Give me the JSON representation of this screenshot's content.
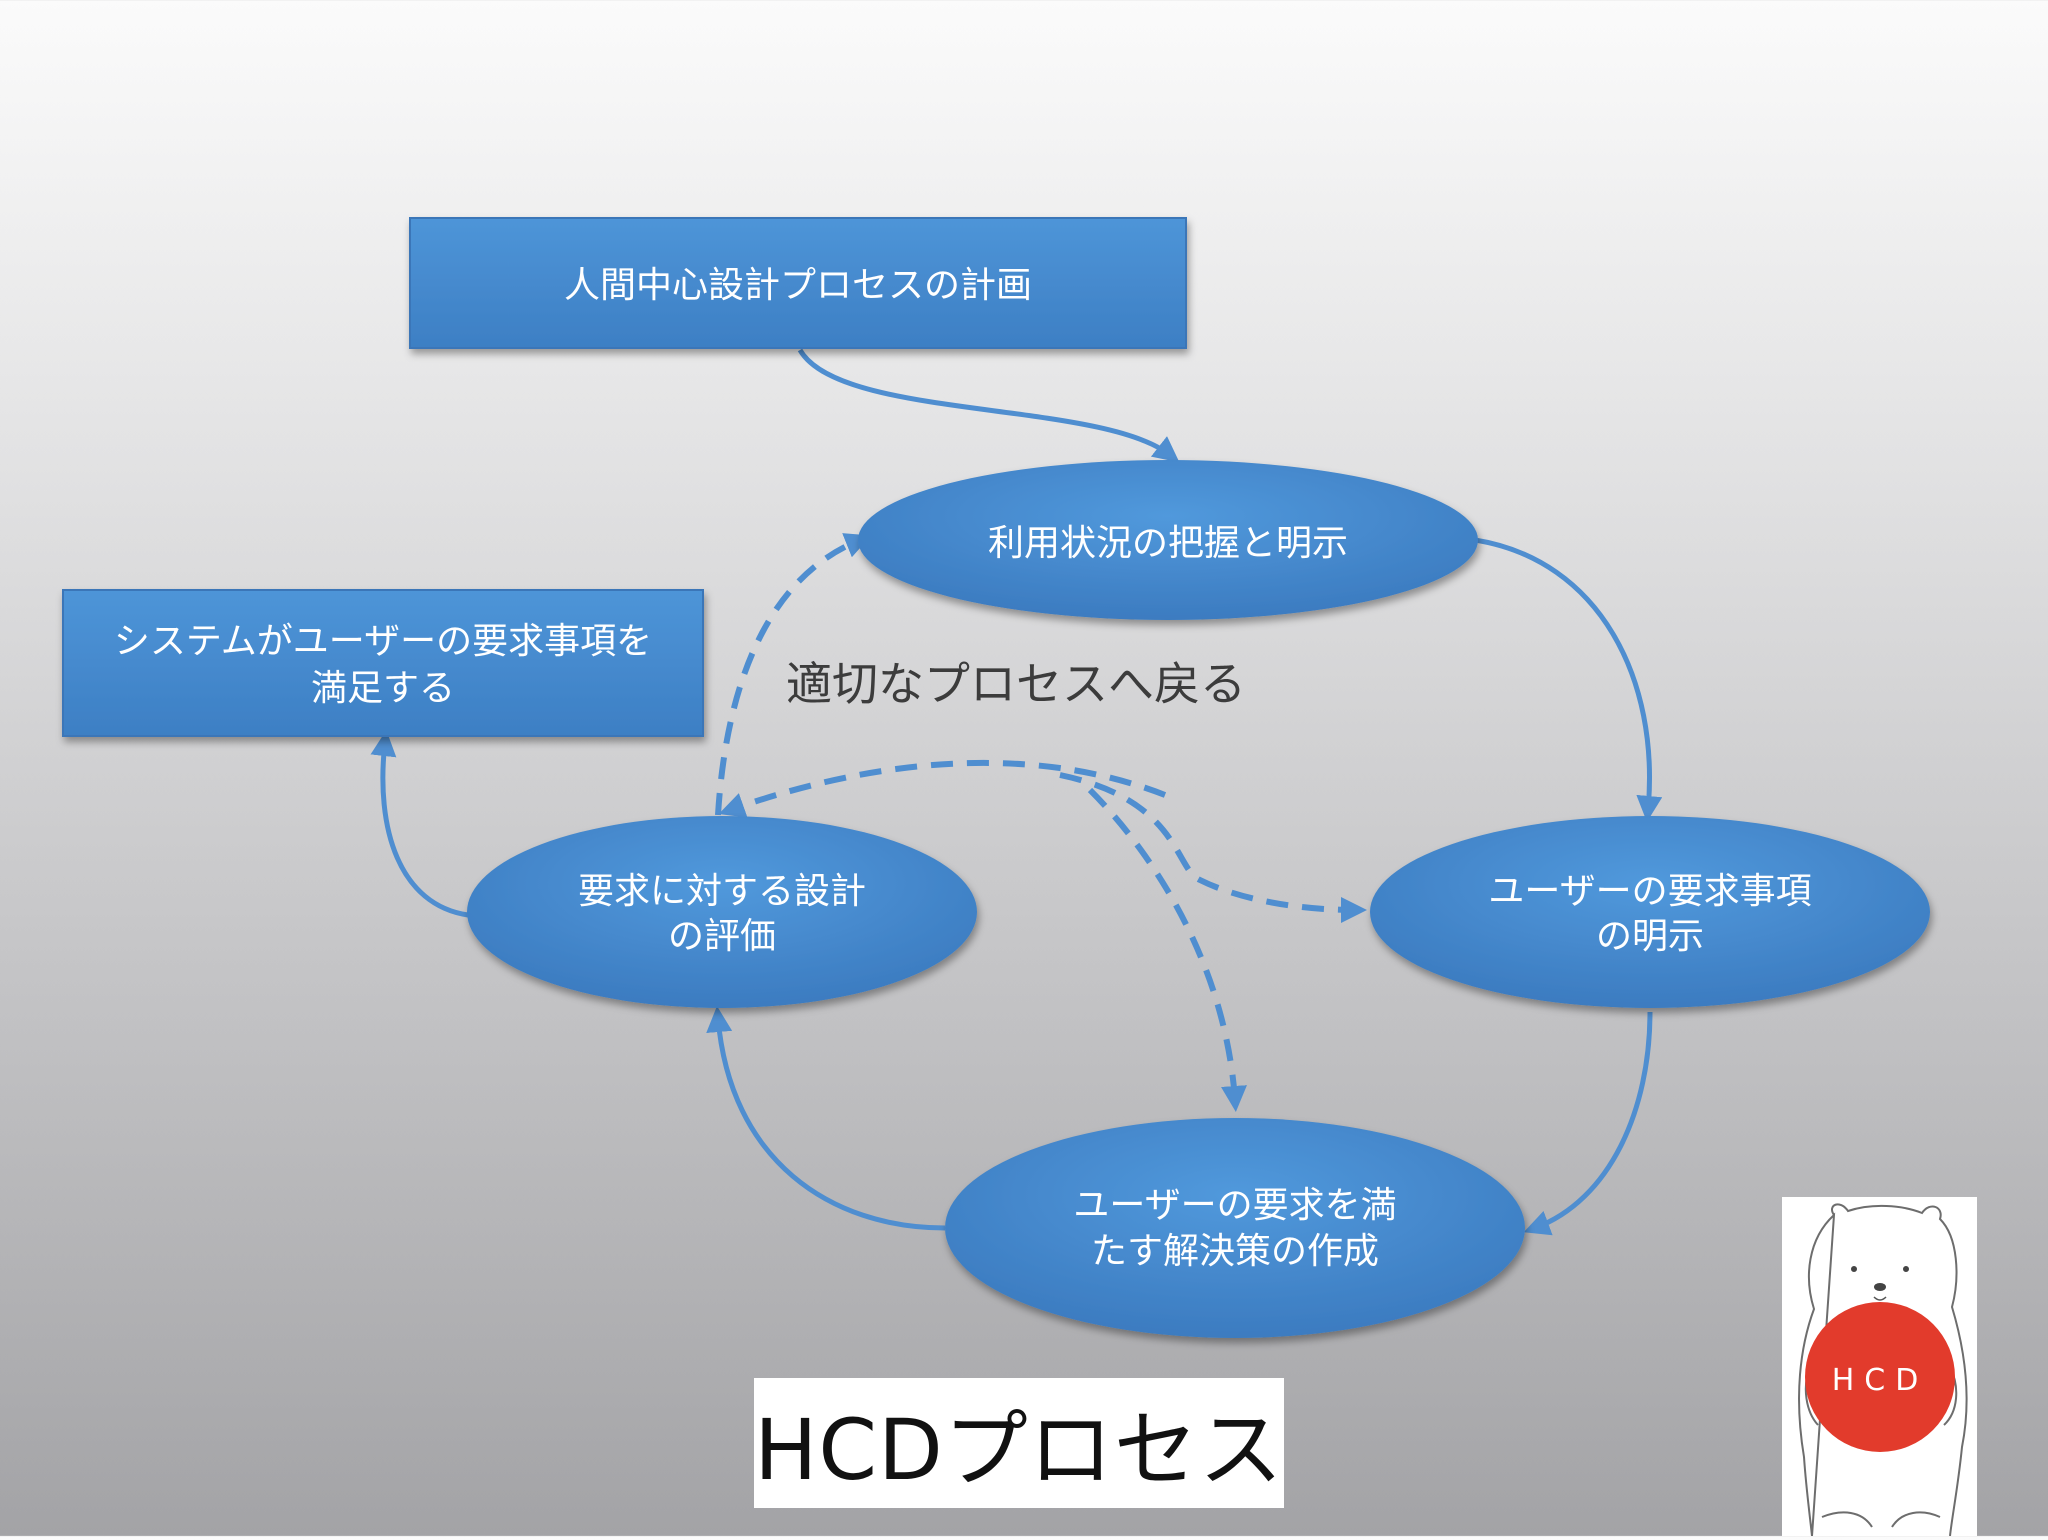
{
  "nodes": {
    "plan": "人間中心設計プロセスの計画",
    "context": "利用状況の把握と明示",
    "requirements_line1": "ユーザーの要求事項",
    "requirements_line2": "の明示",
    "solution_line1": "ユーザーの要求を満",
    "solution_line2": "たす解決策の作成",
    "evaluation_line1": "要求に対する設計",
    "evaluation_line2": "の評価",
    "satisfied_line1": "システムがユーザーの要求事項を",
    "satisfied_line2": "満足する"
  },
  "return_label": "適切なプロセスへ戻る",
  "slide_title": "HCDプロセス",
  "logo_text": "HCD",
  "colors": {
    "node_fill": "#4a8fd4",
    "node_fill_dark": "#3a78bc",
    "arrow": "#4f8ed0",
    "logo_red": "#e23b2c"
  }
}
